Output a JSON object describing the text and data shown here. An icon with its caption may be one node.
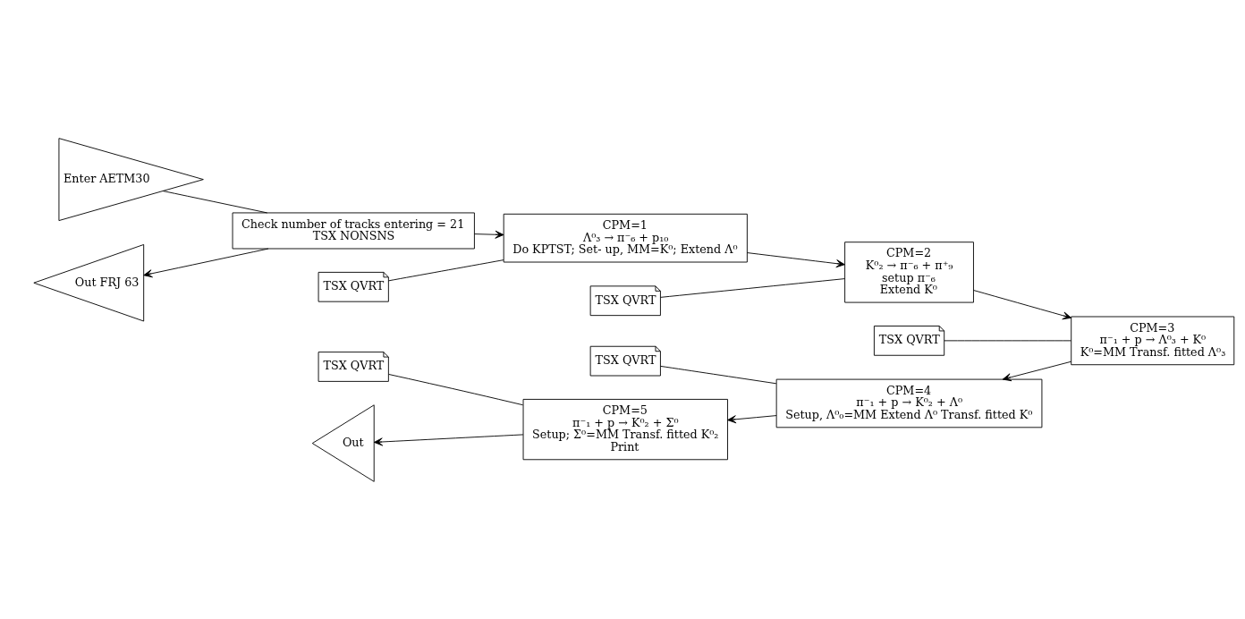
{
  "diagram": {
    "nodes": [
      {
        "text": [
          "Enter AETM30"
        ]
      },
      {
        "text": [
          "Check number of tracks entering = 21",
          "TSX NONSNS"
        ]
      },
      {
        "text": [
          "Out FRJ 63"
        ]
      },
      {
        "text": [
          "TSX QVRT"
        ]
      },
      {
        "text": [
          "CPM=1",
          "Λ⁰₃ → π⁻₆ + p₁₀",
          "Do KPTST; Set- up, MM=K⁰; Extend Λ⁰"
        ]
      },
      {
        "text": [
          "TSX QVRT"
        ]
      },
      {
        "text": [
          "CPM=2",
          "K⁰₂ → π⁻₆ + π⁺₉",
          "setup π⁻₆",
          "Extend K⁰"
        ]
      },
      {
        "text": [
          "TSX QVRT"
        ]
      },
      {
        "text": [
          "CPM=3",
          "π⁻₁ + p → Λ⁰₃ + K⁰",
          "K⁰=MM Transf. fitted Λ⁰₃"
        ]
      },
      {
        "text": [
          "TSX QVRT"
        ]
      },
      {
        "text": [
          "CPM=4",
          "π⁻₁ + p → K⁰₂ + Λ⁰",
          "Setup, Λ⁰₀=MM Extend Λ⁰ Transf. fitted K⁰"
        ]
      },
      {
        "text": [
          "TSX QVRT"
        ]
      },
      {
        "text": [
          "CPM=5",
          "π⁻₁ + p → K⁰₂ + Σ⁰",
          "Setup; Σ⁰=MM Transf. fitted K⁰₂",
          "Print"
        ]
      },
      {
        "text": [
          "Out"
        ]
      }
    ],
    "edges": [
      {
        "from": 0,
        "to": 1,
        "arrow": "none"
      },
      {
        "from": 1,
        "to": 2,
        "arrow": "to"
      },
      {
        "from": 1,
        "to": 4,
        "arrow": "to"
      },
      {
        "from": 3,
        "to": 4,
        "arrow": "none"
      },
      {
        "from": 4,
        "to": 6,
        "arrow": "to"
      },
      {
        "from": 5,
        "to": 6,
        "arrow": "none"
      },
      {
        "from": 6,
        "to": 8,
        "arrow": "to"
      },
      {
        "from": 7,
        "to": 8,
        "arrow": "none"
      },
      {
        "from": 8,
        "to": 10,
        "arrow": "to"
      },
      {
        "from": 9,
        "to": 10,
        "arrow": "none"
      },
      {
        "from": 10,
        "to": 12,
        "arrow": "to"
      },
      {
        "from": 11,
        "to": 12,
        "arrow": "none"
      },
      {
        "from": 12,
        "to": 13,
        "arrow": "to"
      }
    ]
  }
}
